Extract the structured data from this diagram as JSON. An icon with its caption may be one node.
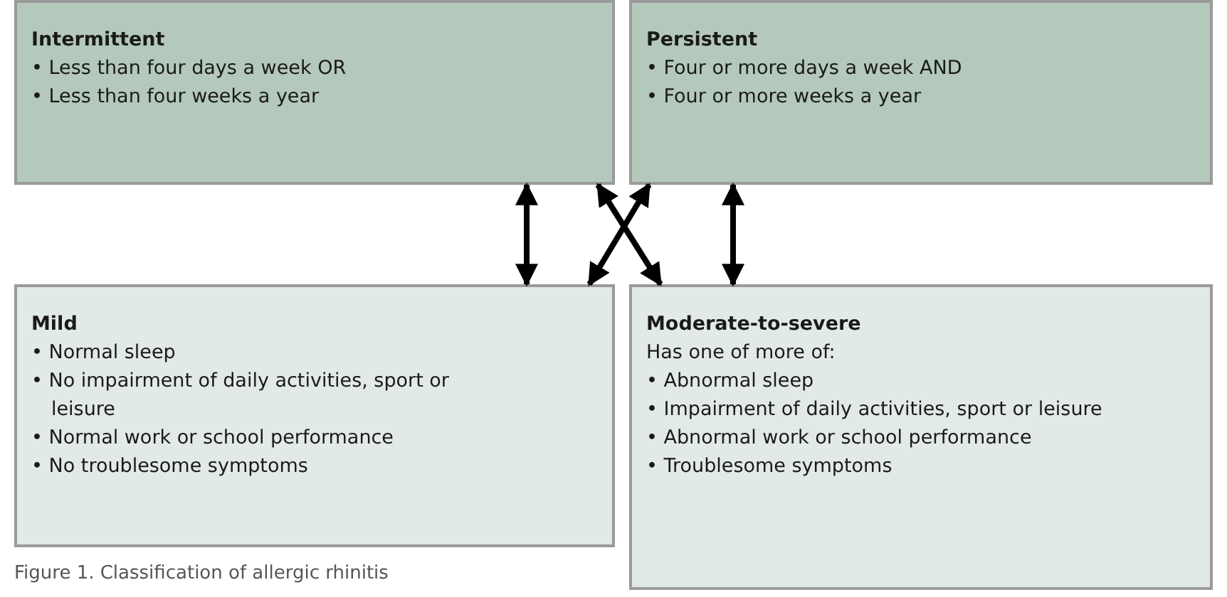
{
  "diagram": {
    "caption": "Figure 1. Classification of allergic rhinitis",
    "nodes": [
      {
        "text": [
          "Intermittent",
          "• Less than four days a week OR",
          "• Less than four weeks a year"
        ]
      },
      {
        "text": [
          "Persistent",
          "• Four or more days a week AND",
          "• Four or more weeks a year"
        ]
      },
      {
        "text": [
          "Mild",
          "• Normal sleep",
          "• No impairment of daily activities, sport or leisure",
          "• Normal work or school performance",
          "• No troublesome symptoms"
        ]
      },
      {
        "text": [
          "Moderate-to-severe",
          "Has one of more of:",
          "• Abnormal sleep",
          "• Impairment of daily activities, sport or leisure",
          "• Abnormal work or school performance",
          "• Troublesome symptoms"
        ]
      }
    ],
    "edges": [
      {
        "from": 0,
        "to": 2,
        "arrow": "both"
      },
      {
        "from": 0,
        "to": 3,
        "arrow": "both"
      },
      {
        "from": 1,
        "to": 2,
        "arrow": "both"
      },
      {
        "from": 1,
        "to": 3,
        "arrow": "both"
      }
    ]
  }
}
